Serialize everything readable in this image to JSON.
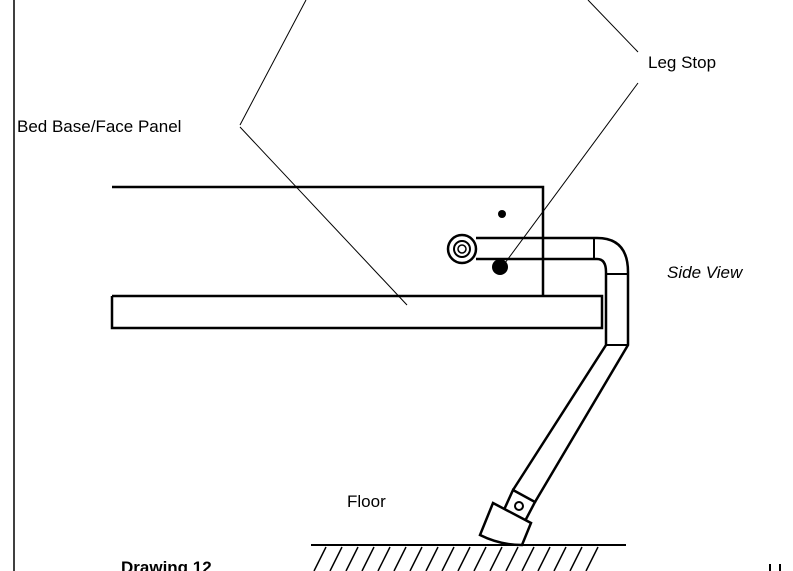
{
  "labels": {
    "bed_base": "Bed Base/Face Panel",
    "leg_stop": "Leg Stop",
    "side_view": "Side View",
    "floor": "Floor",
    "drawing": "Drawing 12"
  },
  "colors": {
    "ink": "#000000",
    "paper": "#ffffff"
  }
}
